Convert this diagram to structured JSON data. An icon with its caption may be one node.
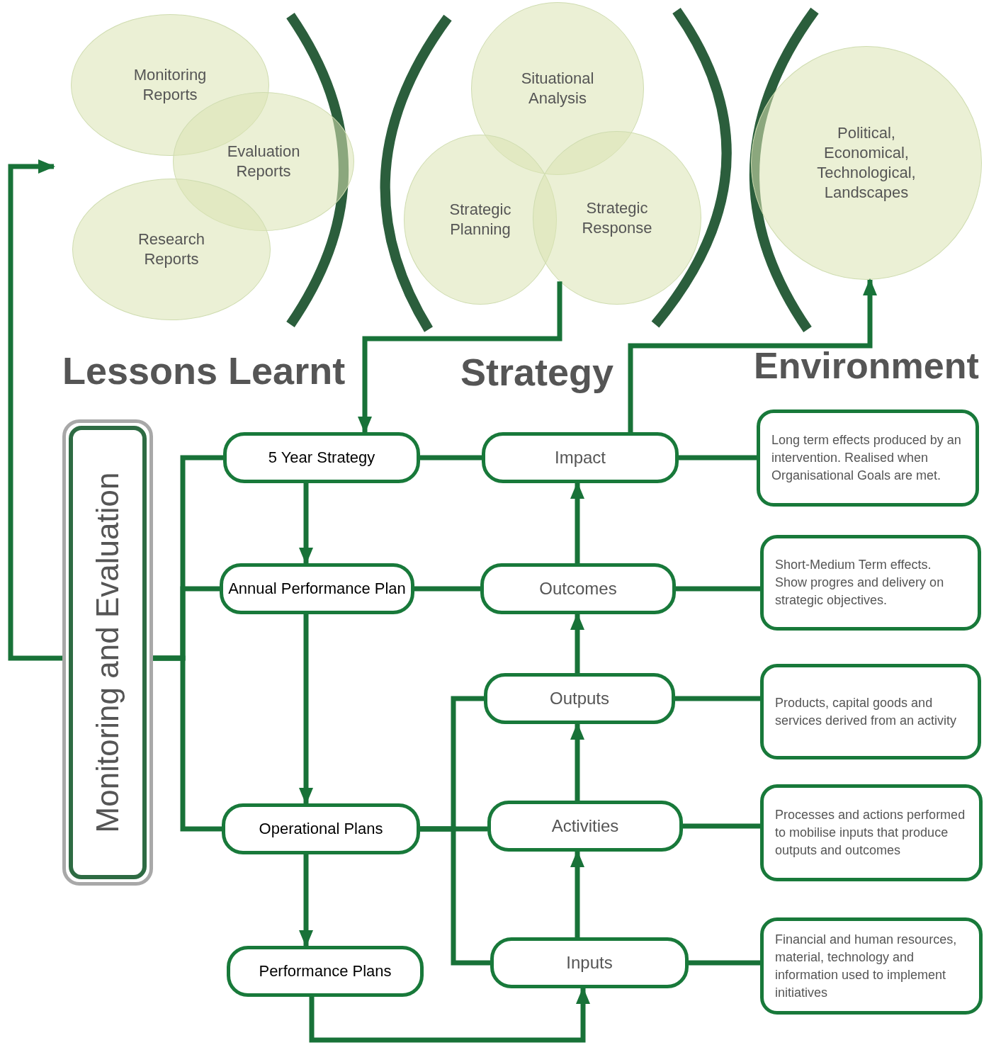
{
  "diagram": {
    "nodes": [
      {
        "text": [
          "Monitoring Reports"
        ]
      },
      {
        "text": [
          "Evaluation Reports"
        ]
      },
      {
        "text": [
          "Research Reports"
        ]
      },
      {
        "text": [
          "Situational Analysis"
        ]
      },
      {
        "text": [
          "Strategic Planning"
        ]
      },
      {
        "text": [
          "Strategic Response"
        ]
      },
      {
        "text": [
          "Political, Economical, Technological, Landscapes"
        ]
      },
      {
        "text": [
          "Monitoring and Evaluation"
        ]
      },
      {
        "text": [
          "5 Year Strategy"
        ]
      },
      {
        "text": [
          "Annual Performance Plan"
        ]
      },
      {
        "text": [
          "Operational Plans"
        ]
      },
      {
        "text": [
          "Performance Plans"
        ]
      },
      {
        "text": [
          "Impact"
        ]
      },
      {
        "text": [
          "Outcomes"
        ]
      },
      {
        "text": [
          "Outputs"
        ]
      },
      {
        "text": [
          "Activities"
        ]
      },
      {
        "text": [
          "Inputs"
        ]
      },
      {
        "text": [
          "Long term effects produced by an intervention. Realised when Organisational Goals are met."
        ]
      },
      {
        "text": [
          "Short-Medium Term effects. Show progres and delivery on strategic objectives."
        ]
      },
      {
        "text": [
          "Products, capital goods and services derived from an activity"
        ]
      },
      {
        "text": [
          "Processes and actions performed to mobilise inputs that produce outputs and outcomes"
        ]
      },
      {
        "text": [
          "Financial and human resources, material, technology and information used to implement initiatives"
        ]
      }
    ],
    "edges": [
      {
        "from": 7,
        "to": 0,
        "arrow": "to"
      },
      {
        "from": 5,
        "to": 8,
        "arrow": "to"
      },
      {
        "from": 12,
        "to": 6,
        "arrow": "to"
      },
      {
        "from": 7,
        "to": 8,
        "arrow": "none"
      },
      {
        "from": 7,
        "to": 9,
        "arrow": "none"
      },
      {
        "from": 7,
        "to": 10,
        "arrow": "none"
      },
      {
        "from": 8,
        "to": 9,
        "arrow": "to"
      },
      {
        "from": 9,
        "to": 10,
        "arrow": "to"
      },
      {
        "from": 10,
        "to": 11,
        "arrow": "to"
      },
      {
        "from": 8,
        "to": 12,
        "arrow": "none"
      },
      {
        "from": 9,
        "to": 13,
        "arrow": "none"
      },
      {
        "from": 10,
        "to": 15,
        "arrow": "none"
      },
      {
        "from": 10,
        "to": 14,
        "arrow": "none"
      },
      {
        "from": 10,
        "to": 16,
        "arrow": "none"
      },
      {
        "from": 16,
        "to": 15,
        "arrow": "to"
      },
      {
        "from": 15,
        "to": 14,
        "arrow": "to"
      },
      {
        "from": 14,
        "to": 13,
        "arrow": "to"
      },
      {
        "from": 13,
        "to": 12,
        "arrow": "to"
      },
      {
        "from": 11,
        "to": 16,
        "arrow": "to"
      },
      {
        "from": 12,
        "to": 17,
        "arrow": "none"
      },
      {
        "from": 13,
        "to": 18,
        "arrow": "none"
      },
      {
        "from": 14,
        "to": 19,
        "arrow": "none"
      },
      {
        "from": 15,
        "to": 20,
        "arrow": "none"
      },
      {
        "from": 16,
        "to": 21,
        "arrow": "none"
      }
    ],
    "labels": [
      "Lessons Learnt",
      "Strategy",
      "Environment"
    ]
  }
}
